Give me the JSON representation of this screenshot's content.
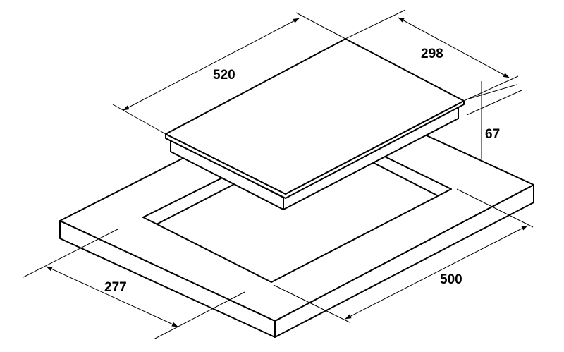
{
  "diagram": {
    "dimensions": {
      "hob_width": "520",
      "hob_depth": "298",
      "hob_height": "67",
      "cutout_depth": "277",
      "cutout_width": "500"
    },
    "line_color": "#000000",
    "background_color": "#ffffff"
  }
}
